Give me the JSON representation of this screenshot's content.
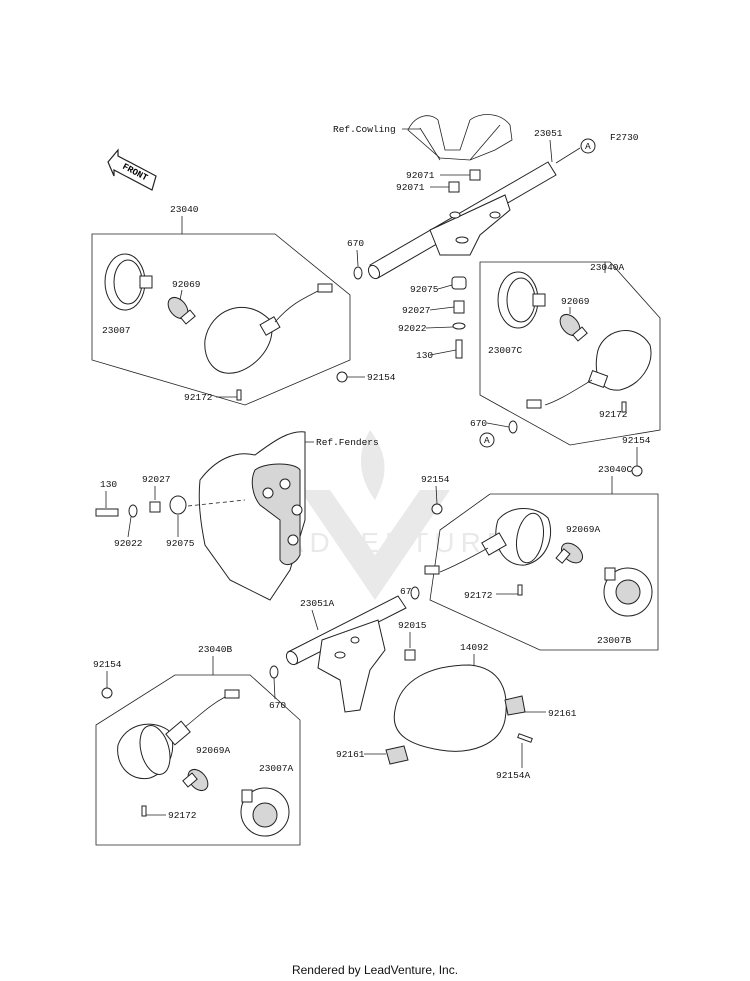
{
  "figure_code": "F2730",
  "references": {
    "cowling": "Ref.Cowling",
    "fenders": "Ref.Fenders"
  },
  "front_tag": "FRONT",
  "callout": "A",
  "watermark": "LEADVENTURE",
  "footer": "Rendered by LeadVenture, Inc.",
  "parts": {
    "p23040": "23040",
    "p23040A": "23040A",
    "p23040B": "23040B",
    "p23040C": "23040C",
    "p23007": "23007",
    "p23007A": "23007A",
    "p23007B": "23007B",
    "p23007C": "23007C",
    "p23051": "23051",
    "p23051A": "23051A",
    "p92069": "92069",
    "p92069A": "92069A",
    "p92071": "92071",
    "p92075": "92075",
    "p92027": "92027",
    "p92022": "92022",
    "p130": "130",
    "p670": "670",
    "p92154": "92154",
    "p92154A": "92154A",
    "p92172": "92172",
    "p92015": "92015",
    "p14092": "14092",
    "p92161": "92161"
  }
}
